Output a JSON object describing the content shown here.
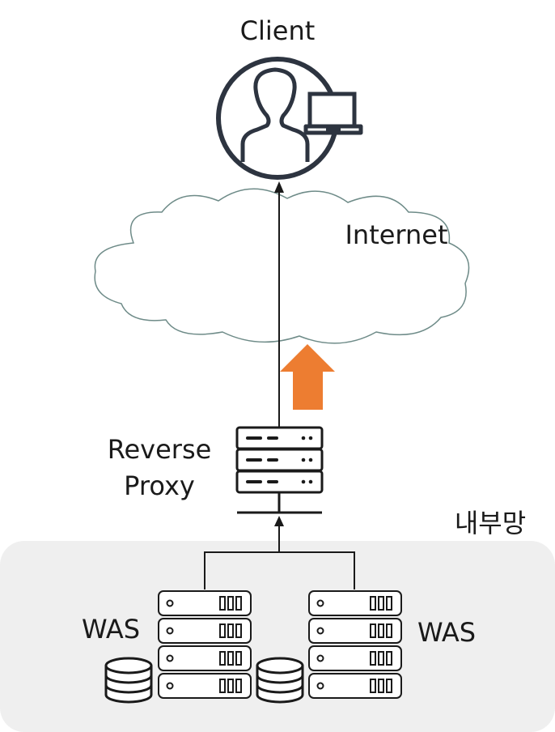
{
  "client": {
    "label": "Client"
  },
  "cloud": {
    "label": "Internet"
  },
  "proxy": {
    "label_line1": "Reverse",
    "label_line2": "Proxy"
  },
  "internal_network": {
    "label": "내부망"
  },
  "was_left": {
    "label": "WAS"
  },
  "was_right": {
    "label": "WAS"
  },
  "colors": {
    "icon_dark": "#2d3440",
    "cloud_stroke": "#6e8b88",
    "arrow_orange": "#ed7d31",
    "network_bg": "#efefef"
  }
}
